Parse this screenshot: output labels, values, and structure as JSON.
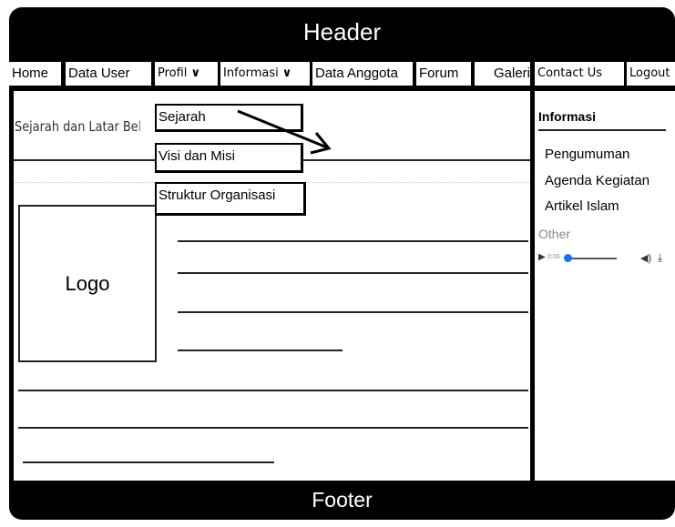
{
  "header": {
    "title": "Header"
  },
  "nav": {
    "home": "Home",
    "data_user": "Data User",
    "profil": "Profil",
    "informasi": "Informasi",
    "data_anggota": "Data Anggota",
    "forum": "Forum",
    "galeri": "Galeri",
    "contact_us": "Contact Us",
    "logout": "Logout",
    "dropdown_icon": "chevron-down-icon"
  },
  "profil_dropdown": {
    "items": [
      "Sejarah",
      "Visi dan Misi",
      "Struktur Organisasi"
    ]
  },
  "main": {
    "page_title": "Sejarah dan Latar Belakang",
    "logo_label": "Logo"
  },
  "sidebar": {
    "heading": "Informasi",
    "links": [
      "Pengumuman",
      "Agenda Kegiatan",
      "Artikel Islam"
    ],
    "other_label": "Other",
    "audio": {
      "time": "0:00"
    }
  },
  "footer": {
    "title": "Footer"
  },
  "colors": {
    "frame": "#000000",
    "background": "#ffffff",
    "audio_accent": "#1a73e8"
  }
}
